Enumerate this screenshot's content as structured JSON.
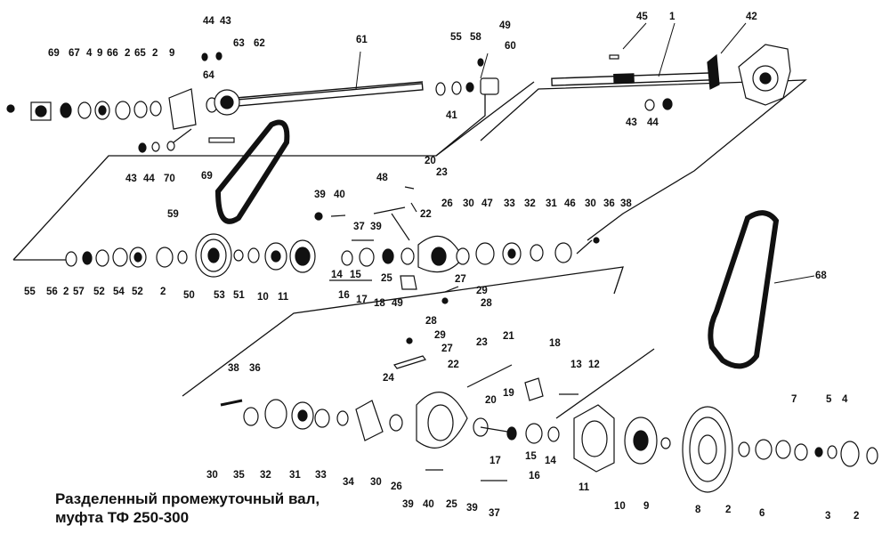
{
  "caption": {
    "line1": "Разделенный промежуточный вал,",
    "line2": "муфта ТФ 250-300"
  },
  "labels": {
    "top": {
      "l44": "44",
      "l43": "43",
      "l69": "69",
      "l67": "67",
      "l4": "4",
      "l9a": "9",
      "l66": "66",
      "l2a": "2",
      "l65": "65",
      "l2b": "2",
      "l9b": "9",
      "l63": "63",
      "l62": "62",
      "l64": "64",
      "l61": "61",
      "l55": "55",
      "l58": "58",
      "l49": "49",
      "l60": "60",
      "l41": "41",
      "l45": "45",
      "l1": "1",
      "l42": "42",
      "l43b": "43",
      "l44b": "44",
      "l43c": "43",
      "l44c": "44",
      "l70": "70",
      "l69b": "69"
    },
    "middle": {
      "l59": "59",
      "l48": "48",
      "l20": "20",
      "l23": "23",
      "l39": "39",
      "l40": "40",
      "l37": "37",
      "l39b": "39",
      "l22": "22",
      "l26": "26",
      "l30": "30",
      "l47": "47",
      "l33": "33",
      "l32": "32",
      "l31": "31",
      "l46": "46",
      "l30b": "30",
      "l36": "36",
      "l38": "38",
      "l55b": "55",
      "l56": "56",
      "l2c": "2",
      "l57": "57",
      "l52": "52",
      "l54": "54",
      "l52b": "52",
      "l2d": "2",
      "l50": "50",
      "l53": "53",
      "l51": "51",
      "l10": "10",
      "l11": "11",
      "l14": "14",
      "l15": "15",
      "l16": "16",
      "l17": "17",
      "l25": "25",
      "l18": "18",
      "l49b": "49",
      "l27": "27",
      "l29": "29",
      "l28": "28",
      "l68": "68"
    },
    "bottom": {
      "l28b": "28",
      "l29b": "29",
      "l27b": "27",
      "l23b": "23",
      "l21": "21",
      "l18b": "18",
      "l38b": "38",
      "l36b": "36",
      "l24": "24",
      "l22b": "22",
      "l20b": "20",
      "l19": "19",
      "l13": "13",
      "l12": "12",
      "l7": "7",
      "l5": "5",
      "l4b": "4",
      "l30c": "30",
      "l35": "35",
      "l32b": "32",
      "l31b": "31",
      "l33b": "33",
      "l34": "34",
      "l30d": "30",
      "l26b": "26",
      "l39c": "39",
      "l40b": "40",
      "l25b": "25",
      "l39d": "39",
      "l37b": "37",
      "l17b": "17",
      "l15b": "15",
      "l14b": "14",
      "l16b": "16",
      "l11b": "11",
      "l10b": "10",
      "l9c": "9",
      "l8": "8",
      "l2e": "2",
      "l6": "6",
      "l3": "3",
      "l2f": "2"
    }
  },
  "colors": {
    "ink": "#111111",
    "paper": "#ffffff"
  }
}
